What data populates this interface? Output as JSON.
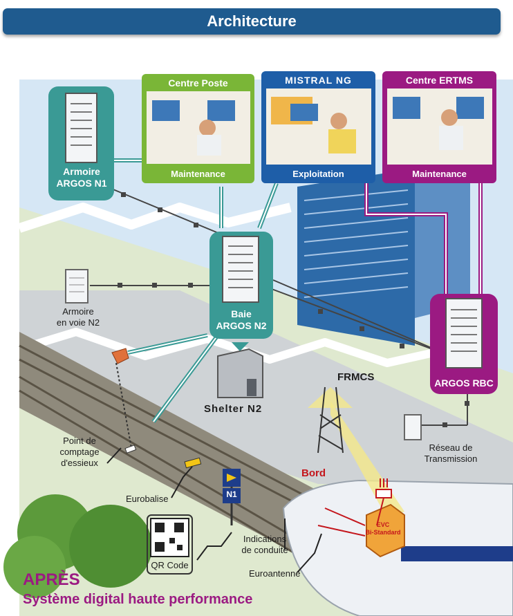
{
  "header": {
    "title": "Architecture"
  },
  "nodes": {
    "armoire_n1": {
      "line1": "Armoire",
      "line2": "ARGOS N1"
    },
    "centre_poste": {
      "title": "Centre Poste",
      "role": "Maintenance"
    },
    "mistral": {
      "title": "MISTRAL NG",
      "role": "Exploitation"
    },
    "centre_ertms": {
      "title": "Centre ERTMS",
      "role": "Maintenance"
    },
    "baie_n2": {
      "line1": "Baie",
      "line2": "ARGOS N2"
    },
    "armoire_voie": {
      "line1": "Armoire",
      "line2": "en voie N2"
    },
    "shelter": {
      "label": "Shelter N2"
    },
    "rbc": {
      "label": "ARGOS RBC"
    },
    "frmcs": {
      "label": "FRMCS"
    },
    "reseau": {
      "line1": "Réseau de",
      "line2": "Transmission"
    },
    "point_comptage": {
      "line1": "Point de",
      "line2": "comptage",
      "line3": "d'essieux"
    },
    "eurobalise": {
      "label": "Eurobalise"
    },
    "qr": {
      "label": "QR Code"
    },
    "indications": {
      "line1": "Indications",
      "line2": "de conduite"
    },
    "euroantenne": {
      "label": "Euroantenne"
    },
    "bord": {
      "label": "Bord"
    },
    "evc": {
      "line1": "EVC",
      "line2": "Bi-Standard"
    },
    "sign": {
      "label": "N1"
    }
  },
  "footer": {
    "title": "APRÈS",
    "subtitle": "Système digital haute performance"
  },
  "colors": {
    "teal": "#3a9a95",
    "green": "#7ab637",
    "blue": "#1e5ea8",
    "magenta": "#9b1a82",
    "sky": "#d6e7f5",
    "ground": "#dde8c7"
  }
}
